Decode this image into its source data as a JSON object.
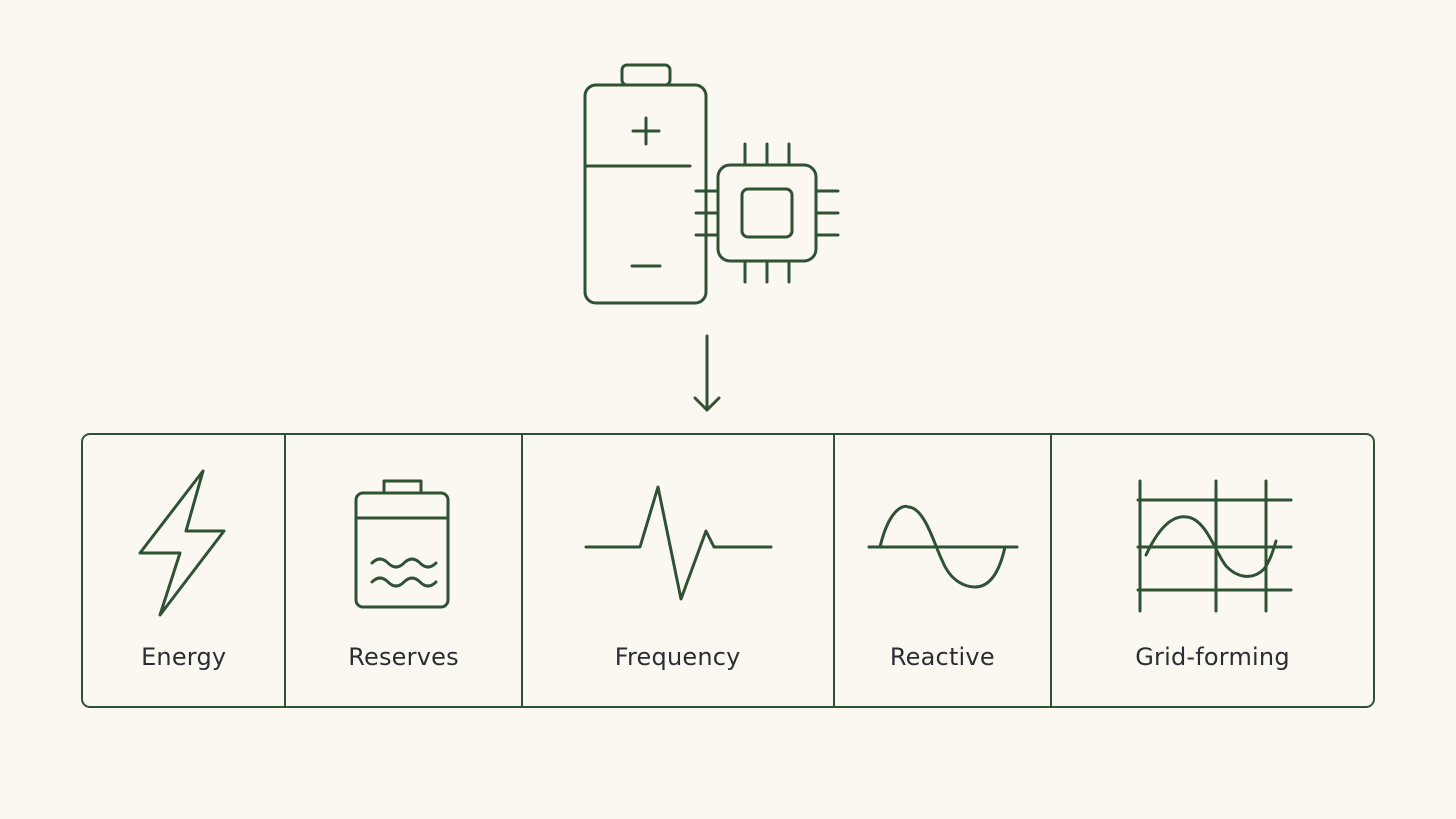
{
  "colors": {
    "background": "#fbf8f1",
    "line": "#2f5234",
    "text": "#2b2d33"
  },
  "source": {
    "icons": [
      "battery-icon",
      "chip-icon"
    ]
  },
  "services": [
    {
      "label": "Energy",
      "icon": "lightning-bolt-icon"
    },
    {
      "label": "Reserves",
      "icon": "battery-reserve-icon"
    },
    {
      "label": "Frequency",
      "icon": "frequency-pulse-icon"
    },
    {
      "label": "Reactive",
      "icon": "sine-wave-icon"
    },
    {
      "label": "Grid-forming",
      "icon": "grid-wave-icon"
    }
  ]
}
